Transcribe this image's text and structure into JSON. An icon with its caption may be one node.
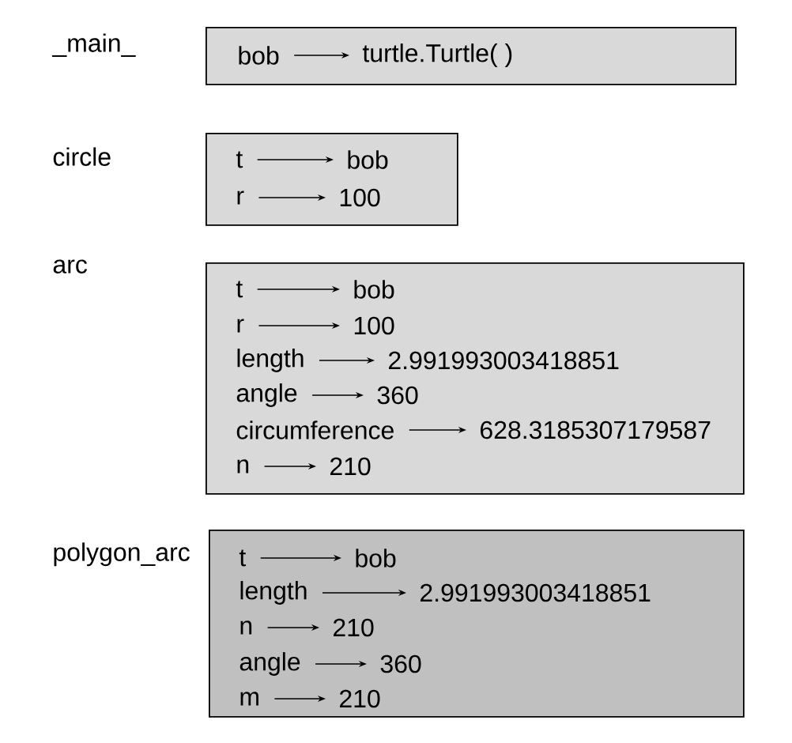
{
  "diagram": {
    "nodes": [
      {
        "text": [
          "_main_"
        ]
      },
      {
        "text": [
          "bob"
        ],
        "in": 0
      },
      {
        "text": [
          "turtle.Turtle(   )"
        ],
        "in": 0
      },
      {
        "text": [
          "circle"
        ]
      },
      {
        "text": [
          "t"
        ],
        "in": 3
      },
      {
        "text": [
          "bob"
        ],
        "in": 3
      },
      {
        "text": [
          "r"
        ],
        "in": 3
      },
      {
        "text": [
          "100"
        ],
        "in": 3
      },
      {
        "text": [
          "arc"
        ]
      },
      {
        "text": [
          "t"
        ],
        "in": 8
      },
      {
        "text": [
          "bob"
        ],
        "in": 8
      },
      {
        "text": [
          "r"
        ],
        "in": 8
      },
      {
        "text": [
          "100"
        ],
        "in": 8
      },
      {
        "text": [
          "length"
        ],
        "in": 8
      },
      {
        "text": [
          "2.991993003418851"
        ],
        "in": 8
      },
      {
        "text": [
          "angle"
        ],
        "in": 8
      },
      {
        "text": [
          "360"
        ],
        "in": 8
      },
      {
        "text": [
          "circumference"
        ],
        "in": 8
      },
      {
        "text": [
          "628.3185307179587"
        ],
        "in": 8
      },
      {
        "text": [
          "n"
        ],
        "in": 8
      },
      {
        "text": [
          "210"
        ],
        "in": 8
      },
      {
        "text": [
          "polygon_arc"
        ]
      },
      {
        "text": [
          "t"
        ],
        "in": 21
      },
      {
        "text": [
          "bob"
        ],
        "in": 21
      },
      {
        "text": [
          "length"
        ],
        "in": 21
      },
      {
        "text": [
          "2.991993003418851"
        ],
        "in": 21
      },
      {
        "text": [
          "n"
        ],
        "in": 21
      },
      {
        "text": [
          "210"
        ],
        "in": 21
      },
      {
        "text": [
          "angle"
        ],
        "in": 21
      },
      {
        "text": [
          "360"
        ],
        "in": 21
      },
      {
        "text": [
          "m"
        ],
        "in": 21
      },
      {
        "text": [
          "210"
        ],
        "in": 21
      }
    ],
    "edges": [
      {
        "from": 1,
        "to": 2,
        "arrow": "to"
      },
      {
        "from": 4,
        "to": 5,
        "arrow": "to"
      },
      {
        "from": 6,
        "to": 7,
        "arrow": "to"
      },
      {
        "from": 9,
        "to": 10,
        "arrow": "to"
      },
      {
        "from": 11,
        "to": 12,
        "arrow": "to"
      },
      {
        "from": 13,
        "to": 14,
        "arrow": "to"
      },
      {
        "from": 15,
        "to": 16,
        "arrow": "to"
      },
      {
        "from": 17,
        "to": 18,
        "arrow": "to"
      },
      {
        "from": 19,
        "to": 20,
        "arrow": "to"
      },
      {
        "from": 22,
        "to": 23,
        "arrow": "to"
      },
      {
        "from": 24,
        "to": 25,
        "arrow": "to"
      },
      {
        "from": 26,
        "to": 27,
        "arrow": "to"
      },
      {
        "from": 28,
        "to": 29,
        "arrow": "to"
      },
      {
        "from": 30,
        "to": 31,
        "arrow": "to"
      }
    ]
  }
}
